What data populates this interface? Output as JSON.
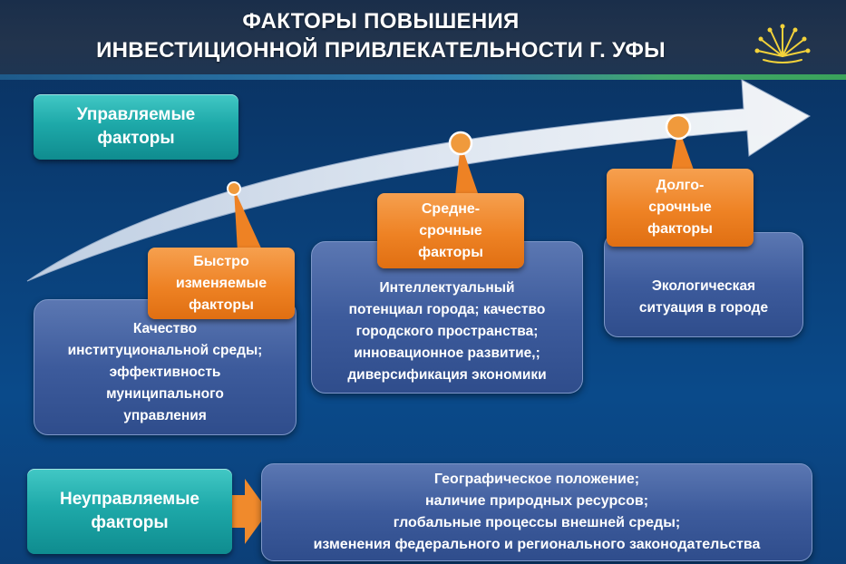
{
  "title": {
    "line1": "ФАКТОРЫ ПОВЫШЕНИЯ",
    "line2": "ИНВЕСТИЦИОННОЙ ПРИВЛЕКАТЕЛЬНОСТИ Г. УФЫ"
  },
  "managed": {
    "line1": "Управляемые",
    "line2": "факторы"
  },
  "unmanaged": {
    "line1": "Неуправляемые",
    "line2": "факторы"
  },
  "stages": [
    {
      "label": [
        "Быстро",
        "изменяемые",
        "факторы"
      ],
      "text": [
        "Качество",
        "институциональной среды;",
        "эффективность",
        "муниципального",
        "управления"
      ]
    },
    {
      "label": [
        "Средне-",
        "срочные",
        "факторы"
      ],
      "text": [
        "Интеллектуальный",
        "потенциал города; качество",
        "городского пространства;",
        "инновационное развитие,;",
        "диверсификация экономики"
      ]
    },
    {
      "label": [
        "Долго-",
        "срочные",
        "факторы"
      ],
      "text": [
        "Экологическая",
        "ситуация в городе"
      ]
    }
  ],
  "unmanaged_text": [
    "Географическое положение;",
    "наличие природных ресурсов;",
    "глобальные процессы внешней среды;",
    "изменения федерального и регионального законодательства"
  ],
  "colors": {
    "background": "#0a4a8a",
    "teal": "#1ea9a9",
    "orange": "#ee8224",
    "box_blue": "#3d5b9c",
    "arrow": "#e8eef6"
  },
  "icons": {
    "logo": "kurai-flower-icon",
    "connector": "orange-chevron-arrow"
  }
}
